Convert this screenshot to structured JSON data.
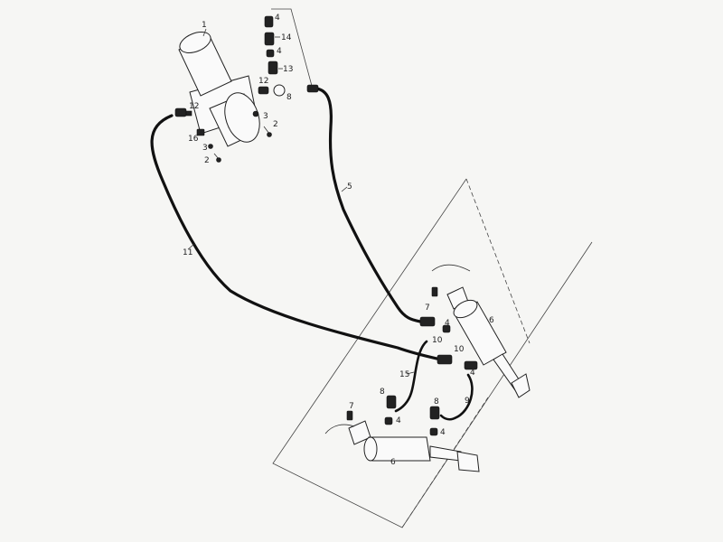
{
  "callouts": {
    "pump": "1",
    "bolt_left": "2",
    "bolt_right": "2",
    "washer_left": "3",
    "washer_right": "3",
    "fitting_top": "4",
    "fitting_cyl1_a": "4",
    "fitting_cyl1_b": "4",
    "fitting_cyl2_a": "4",
    "fitting_cyl2_b": "4",
    "hose_main": "5",
    "cylinder_upper": "6",
    "cylinder_lower": "6",
    "pin_upper": "7",
    "pin_lower": "7",
    "elbow_top": "8",
    "elbow_lower_a": "8",
    "elbow_lower_b": "8",
    "hose_short": "9",
    "tee_upper": "10",
    "tee_lower": "10",
    "hose_return": "11",
    "adapter_left": "12",
    "adapter_right": "12",
    "valve_13": "13",
    "valve_14": "14",
    "hose_15": "15",
    "plug_16": "16"
  }
}
